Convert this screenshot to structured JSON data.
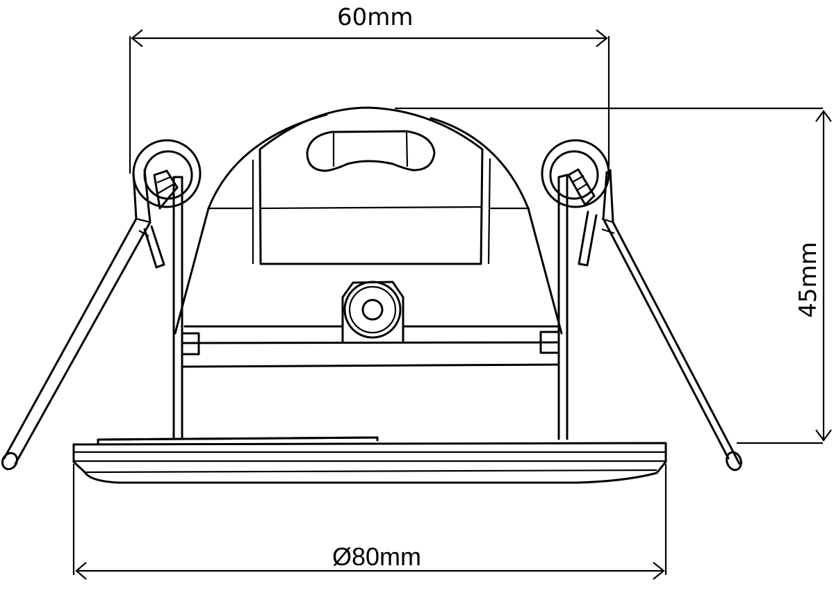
{
  "drawing": {
    "subject": "recessed downlight fitting side elevation",
    "line_color": "#000000",
    "background": "#ffffff"
  },
  "dimensions": {
    "width": {
      "label": "60mm",
      "orientation": "horizontal",
      "position": "top"
    },
    "height": {
      "label": "45mm",
      "orientation": "vertical",
      "position": "right"
    },
    "diameter": {
      "label": "Ø80mm",
      "orientation": "horizontal",
      "position": "bottom"
    }
  },
  "parts": [
    "spring-clip-left",
    "spring-clip-right",
    "lamp-housing",
    "adjustment-slot",
    "pivot-screw",
    "mounting-bracket",
    "bezel-trim-ring"
  ]
}
